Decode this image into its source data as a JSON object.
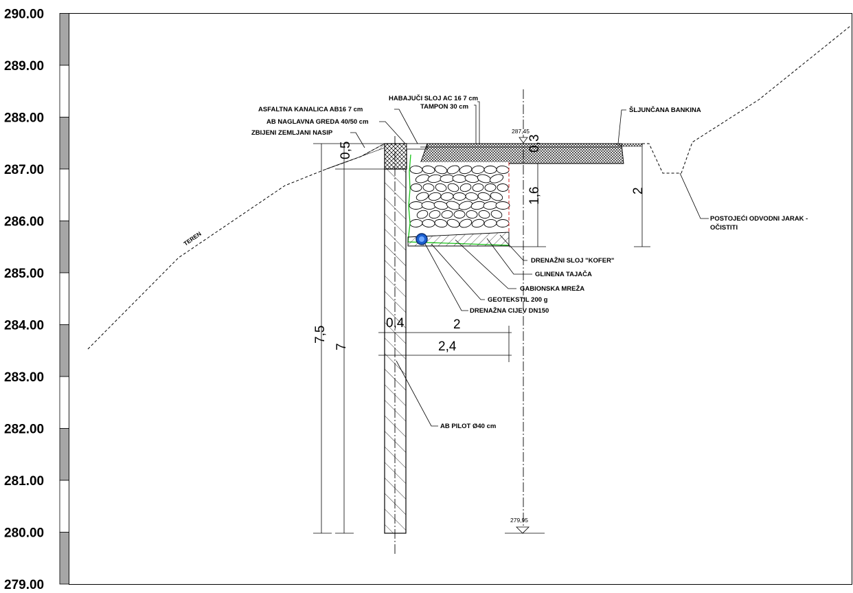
{
  "scale": {
    "labels": [
      "290.00",
      "289.00",
      "288.00",
      "287.00",
      "286.00",
      "285.00",
      "284.00",
      "283.00",
      "282.00",
      "281.00",
      "280.00",
      "279.00"
    ],
    "colors": {
      "band_dark": "#a6a6a6",
      "band_light": "#ffffff"
    }
  },
  "labels": {
    "teren": "TEREN",
    "habajuci": "HABAJUČI SLOJ AC 16 7 cm",
    "tampon": "TAMPON 30 cm",
    "asfaltna": "ASFALTNA KANALICA AB16 7 cm",
    "naglavna": "AB NAGLAVNA GREDA 40/50 cm",
    "nasip": "ZBIJENI ZEMLJANI NASIP",
    "bankina": "ŠLJUNČANA BANKINA",
    "jarak_1": "POSTOJEĆI ODVODNI JARAK -",
    "jarak_2": "OČISTITI",
    "kofer": "DRENAŽNI SLOJ \"KOFER\"",
    "glinena": "GLINENA TAJAČA",
    "gabionska": "GABIONSKA MREŽA",
    "geotekstil": "GEOTEKSTIL 200 g",
    "drenazna_cijev": "DRENAŽNA CIJEV DN150",
    "pilot": "AB PILOT Ø40 cm"
  },
  "elevations": {
    "top": "287,45",
    "bottom": "279,95"
  },
  "dimensions": {
    "d_7_5": "7,5",
    "d_7": "7",
    "d_0_5": "0,5",
    "d_0_4": "0,4",
    "d_2_width": "2",
    "d_2_4": "2,4",
    "d_1_6": "1,6",
    "d_0_3": "0,3",
    "d_2_ditch": "2"
  },
  "colors": {
    "geotextile": "#16c416",
    "kofer_border": "#d02020",
    "pipe": "#1a5fd0",
    "hatch": "#000000"
  }
}
